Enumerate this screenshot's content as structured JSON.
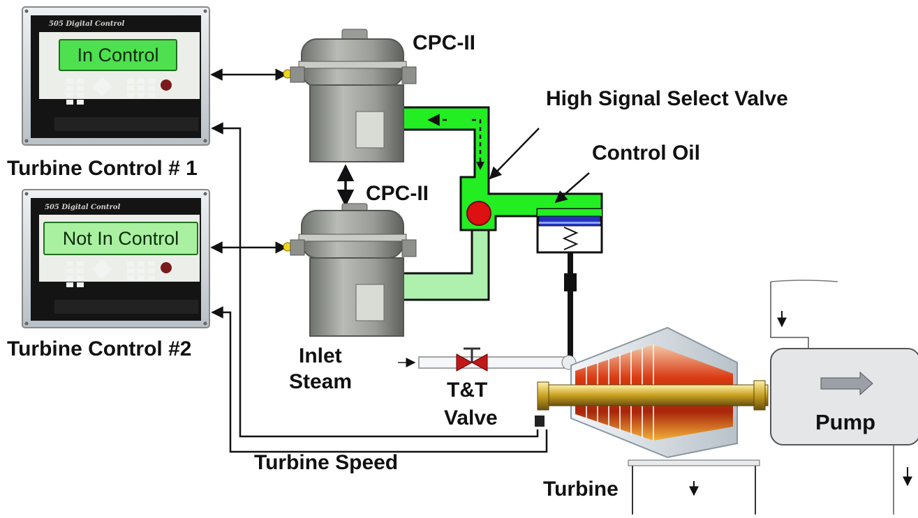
{
  "controllers": [
    {
      "id": "tc1",
      "brand": "505 Digital Control",
      "status": "In Control",
      "status_color": "#4ee04e",
      "caption": "Turbine Control # 1"
    },
    {
      "id": "tc2",
      "brand": "505 Digital Control",
      "status": "Not In Control",
      "status_color": "#a9f0a0",
      "caption": "Turbine Control #2"
    }
  ],
  "actuators": [
    {
      "id": "cpc1",
      "label": "CPC-II"
    },
    {
      "id": "cpc2",
      "label": "CPC-II"
    }
  ],
  "labels": {
    "hssv": "High Signal Select Valve",
    "control_oil": "Control Oil",
    "inlet_steam_1": "Inlet",
    "inlet_steam_2": "Steam",
    "tt_valve_1": "T&T",
    "tt_valve_2": "Valve",
    "turbine_speed": "Turbine Speed",
    "turbine": "Turbine",
    "pump": "Pump"
  },
  "colors": {
    "active_oil": "#22ee22",
    "inactive_oil": "#aef0ae",
    "check_ball": "#dd1111",
    "piston": "#2233bb",
    "valve_body": "#c01818",
    "rotor_hot": "#e03a10",
    "shaft": "#c8a020",
    "casing": "#d8dde2"
  }
}
